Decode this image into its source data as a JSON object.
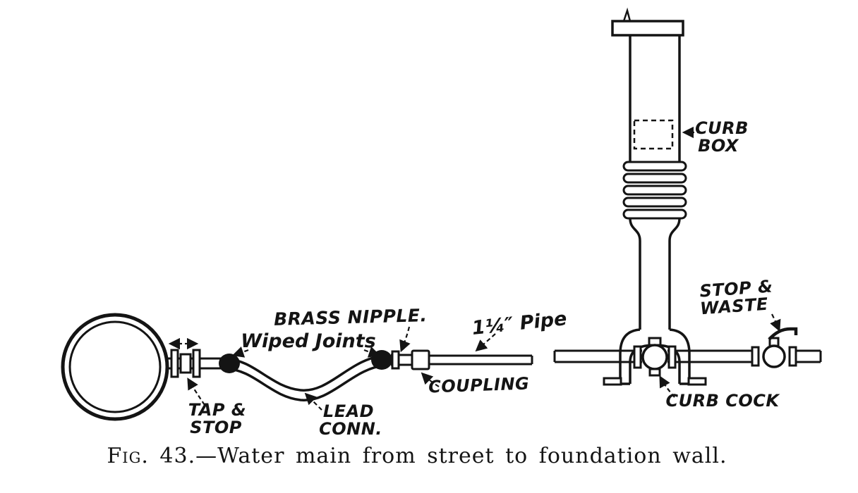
{
  "style": {
    "ink": "#141414",
    "paper": "#ffffff"
  },
  "figure": {
    "caption_prefix": "Fig. 43.",
    "caption_rest": "—Water main from street to foundation wall."
  },
  "labels": {
    "brass_nipple": "BRASS NIPPLE.",
    "wiped_joints": "Wiped Joints",
    "pipe_size": "1¼″ Pipe",
    "coupling": "COUPLING",
    "tap_stop_1": "TAP &",
    "tap_stop_2": "STOP",
    "lead_conn_1": "LEAD",
    "lead_conn_2": "CONN.",
    "curb_box_1": "CURB",
    "curb_box_2": "BOX",
    "stop_waste_1": "STOP &",
    "stop_waste_2": "WASTE",
    "curb_cock": "CURB COCK"
  }
}
